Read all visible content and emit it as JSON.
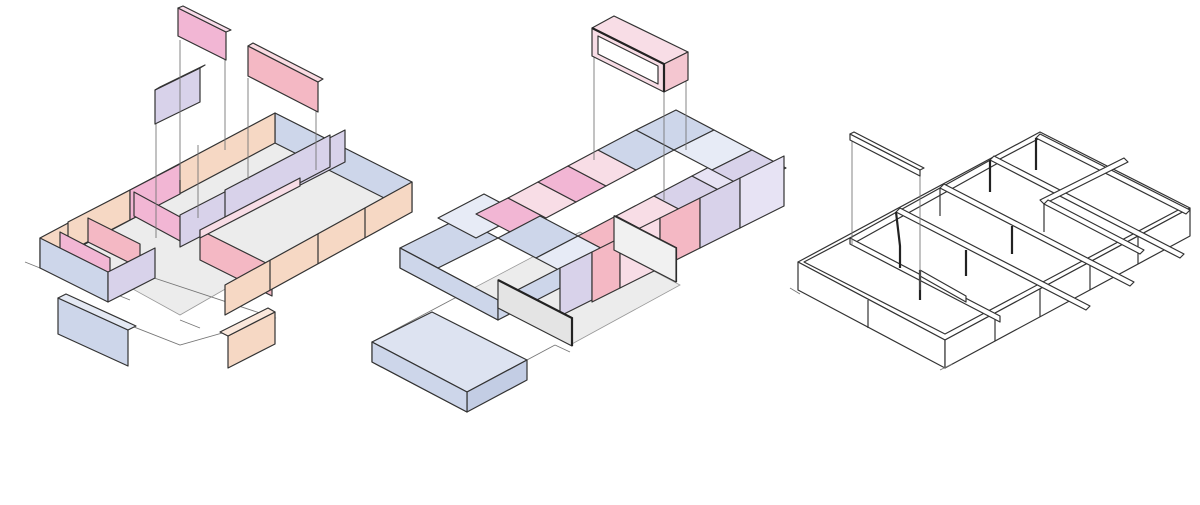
{
  "palette": {
    "blue": "#cdd6ea",
    "lavender": "#d8d2ea",
    "peach": "#f6d8c4",
    "pink": "#f2b6d4",
    "rose": "#f4b8c4",
    "pale_pink": "#f8dde6",
    "floor": "#ececec",
    "line": "#333333",
    "guide": "#777777"
  },
  "panels": [
    {
      "name": "panel-wall-module-assembly"
    },
    {
      "name": "panel-volumetric-module-assembly"
    },
    {
      "name": "panel-frame-structure"
    }
  ]
}
